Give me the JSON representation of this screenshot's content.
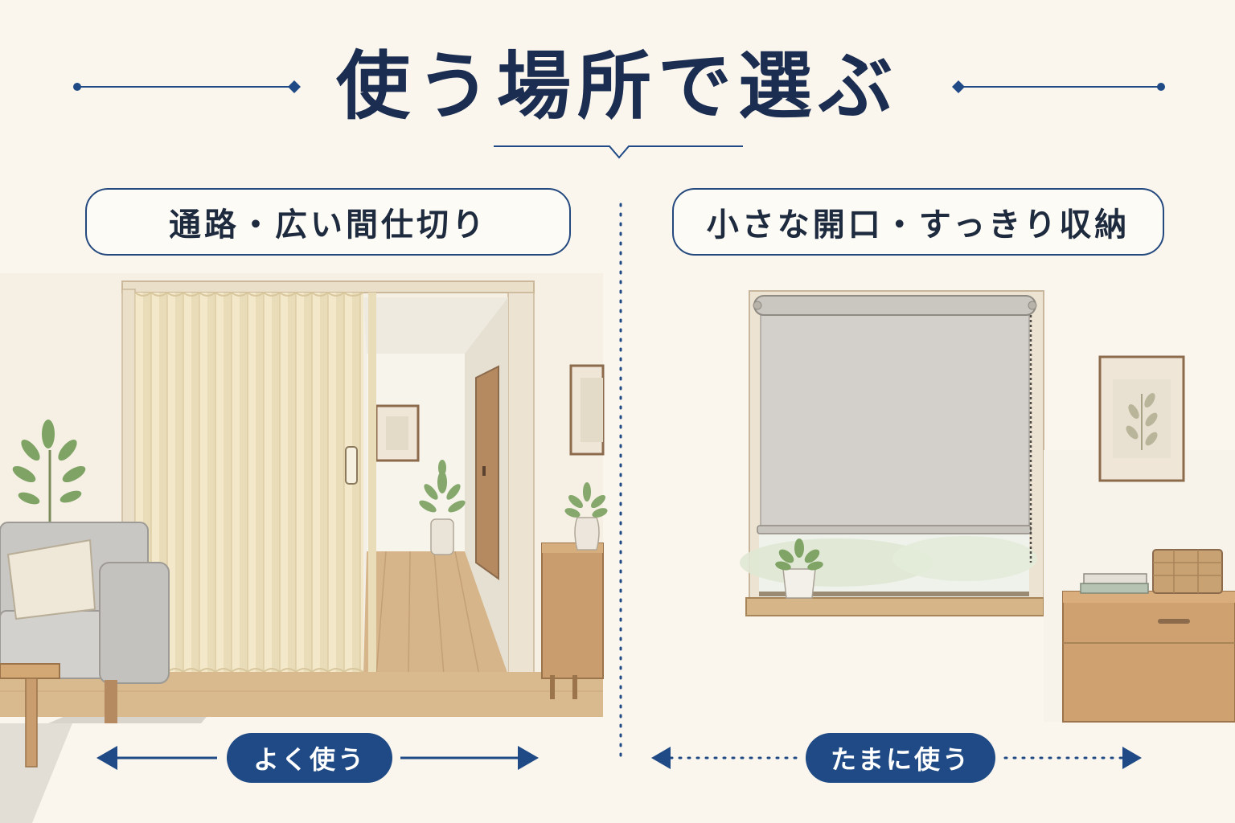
{
  "title": "使う場所で選ぶ",
  "left": {
    "label": "通路・広い間仕切り",
    "usage": "よく使う"
  },
  "right": {
    "label": "小さな開口・すっきり収納",
    "usage": "たまに使う"
  },
  "colors": {
    "background": "#faf6ee",
    "navy": "#1f4a85",
    "title": "#1b2d50"
  },
  "icons": [
    "diamond-ornament-icon",
    "arrow-left-icon",
    "arrow-right-icon",
    "plant-icon"
  ]
}
